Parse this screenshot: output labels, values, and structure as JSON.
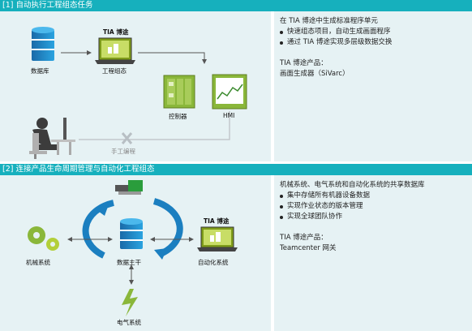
{
  "section1": {
    "title": "[1] 自动执行工程组态任务",
    "intro": "在 TIA 博途中生成标准程序单元",
    "bullets": [
      "快速组态项目，自动生成画面程序",
      "通过 TIA 博途实现多层级数据交换"
    ],
    "product_label": "TIA 博途产品：",
    "product_name": "画面生成器（SiVarc）",
    "diagram": {
      "database_label": "数据库",
      "tia_label": "TIA 博途",
      "config_label": "工程组态",
      "controller_label": "控制器",
      "hmi_label": "HMI",
      "manual_label": "手工编程"
    }
  },
  "section2": {
    "title": "[2] 连接产品生命周期管理与自动化工程组态",
    "intro": "机械系统、电气系统和自动化系统的共享数据库",
    "bullets": [
      "集中存储所有机器设备数据",
      "实现作业状态的版本管理",
      "实现全球团队协作"
    ],
    "product_label": "TIA 博途产品：",
    "product_name": "Teamcenter 网关",
    "diagram": {
      "mech_label": "机械系统",
      "master_label": "数据主干",
      "tia_label": "TIA 博途",
      "auto_label": "自动化系统",
      "elec_label": "电气系统"
    }
  },
  "colors": {
    "band": "#16b0bd",
    "panel": "#e6f2f4",
    "accent_green": "#8ab73a",
    "blue": "#1b7fc0",
    "teal": "#13a3ae"
  }
}
